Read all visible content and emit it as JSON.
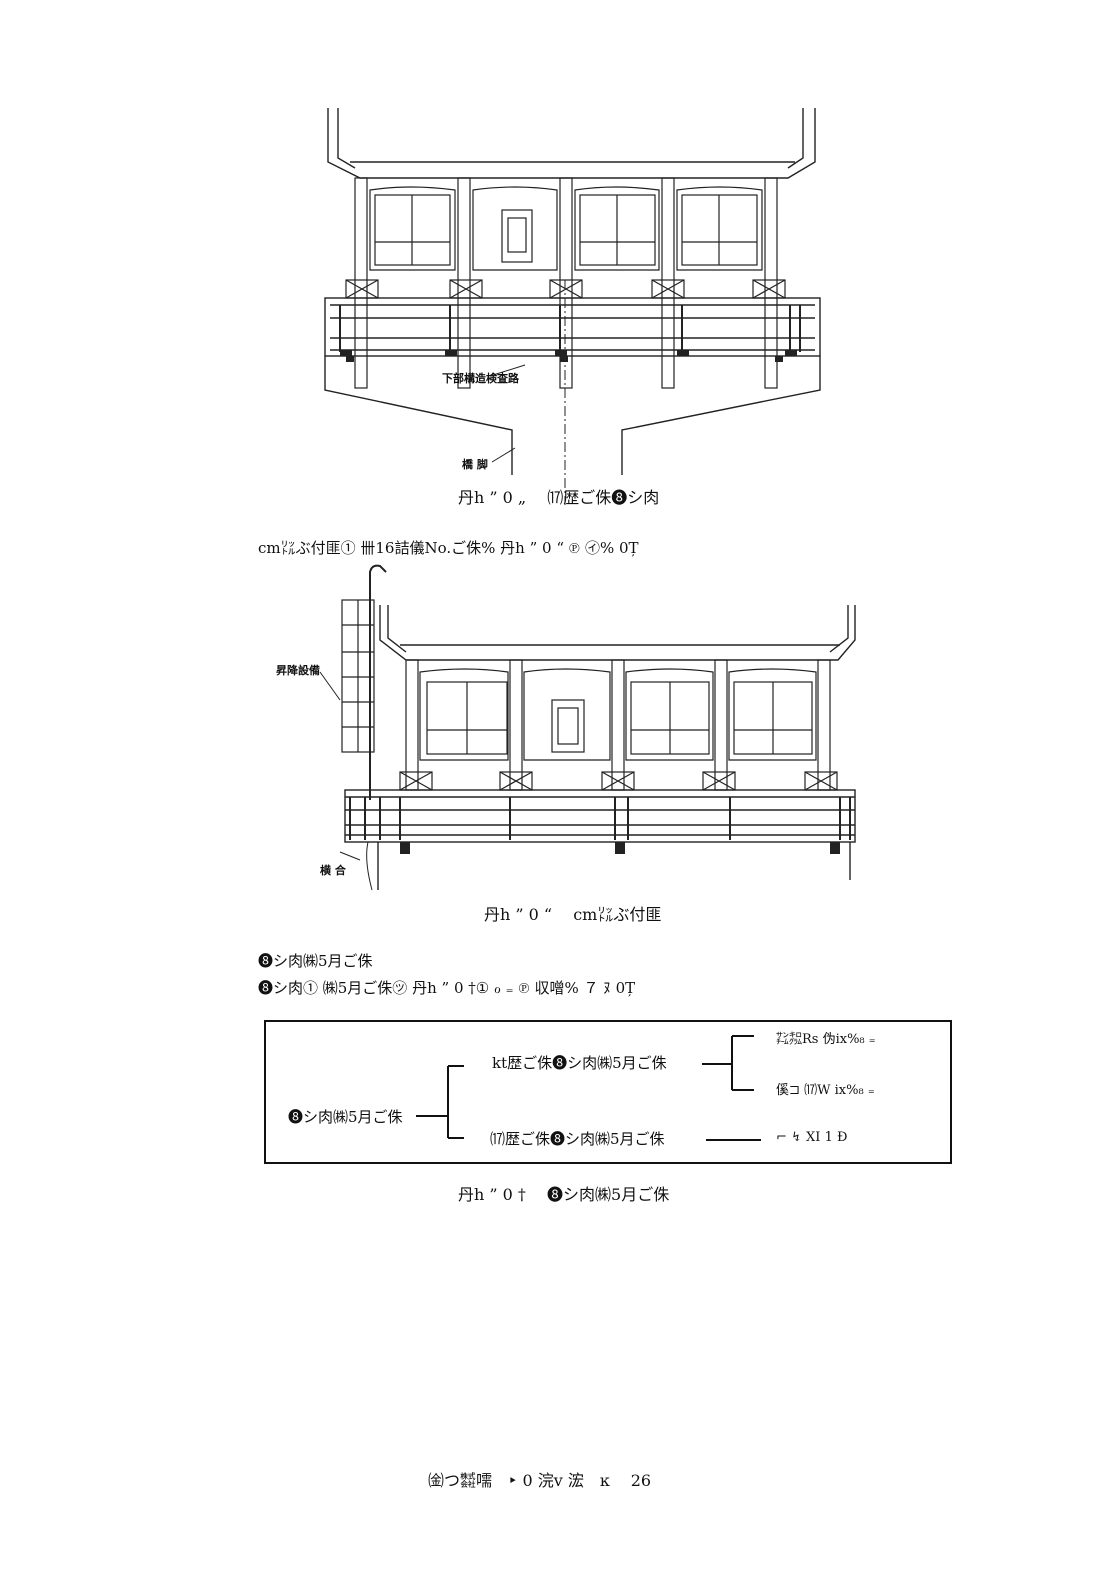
{
  "figure1": {
    "annotations": {
      "lower_inspection_path": "下部構造検査路",
      "pier": "橋 脚"
    },
    "caption": "丹h ” 0 „　 ⒄歴ご侏❽シ肉"
  },
  "paragraph1": "cm㍑ぶ付匪① 卌16詰儀No.ご侏% 丹h ” 0 “ ℗ ㋑% 0Ț",
  "figure2": {
    "annotations": {
      "lifting_equipment": "昇降設備",
      "joint": "横 合"
    },
    "caption": "丹h ” 0 “　 cm㍑ぶ付匪"
  },
  "section": {
    "heading": "❽シ肉㈱5月ご侏",
    "line": "❽シ肉① ㈱5月ご侏㋡ 丹h ” 0 †① ℴ ₌ ℗ 収噌% ７ ﾇ 0Ț"
  },
  "classification": {
    "root": "❽シ肉㈱5月ご侏",
    "branch_upper": "kt歴ご侏❽シ肉㈱5月ご侏",
    "branch_lower": "⒄歴ご侏❽シ肉㈱5月ご侏",
    "leaf_upper_1": "㌠㌕Rs 伪ix%₈ ₌",
    "leaf_upper_2": "傒⊐ ⒄W ix%₈ ₌",
    "leaf_lower": "⌐ ↯ XI 1 Ð"
  },
  "figure3_caption": "丹h ” 0 †　 ❽シ肉㈱5月ご侏",
  "footer": "㈮つ㍿嚅　‣ 0 浣ⅴ 浤　ĸ　 26"
}
